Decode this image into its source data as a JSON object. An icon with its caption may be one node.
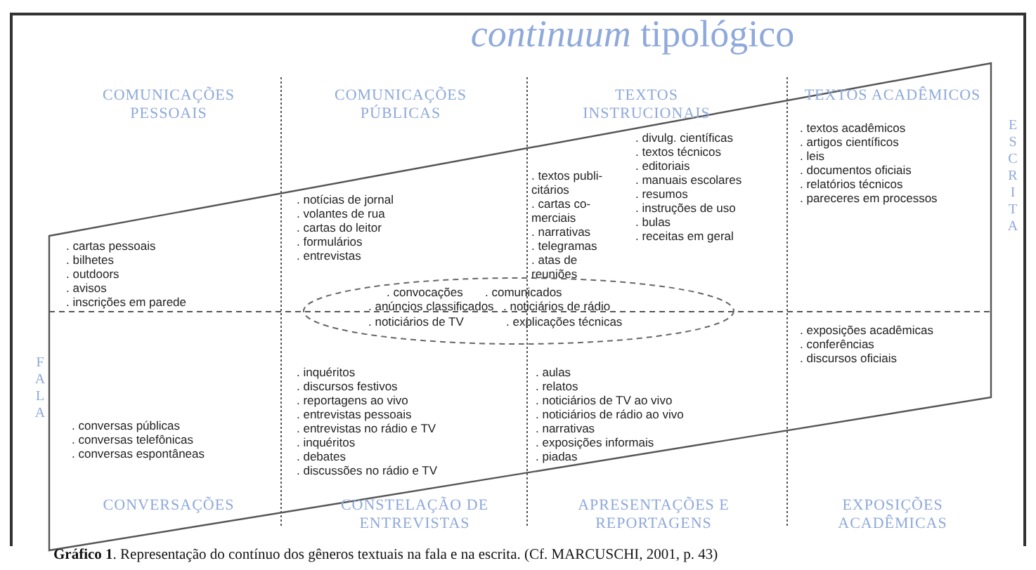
{
  "diagram": {
    "title": "*continuum* tipológico",
    "caption": "**Gráfico 1**. Representação do contínuo dos gêneros textuais na fala e na escrita. (Cf. MARCUSCHI, 2001, p. 43)",
    "nodes": [
      {
        "text": [
          ". convocações",
          ". comunicados",
          ". anúncios classificados",
          ". noticiários de rádio",
          ". noticiários de TV",
          ". explicações técnicas"
        ]
      }
    ],
    "labels": [
      "COMUNICAÇÕES PESSOAIS",
      "COMUNICAÇÕES PÚBLICAS",
      "TEXTOS INSTRUCIONAIS",
      "TEXTOS ACADÊMICOS",
      "ESCRITA",
      ". cartas pessoais",
      ". bilhetes",
      ". outdoors",
      ". avisos",
      ". inscrições em parede",
      ". notícias de jornal",
      ". volantes de rua",
      ". cartas do leitor",
      ". formulários",
      ". entrevistas",
      ". textos publi- citários",
      ". cartas co- merciais",
      ". narrativas",
      ". telegramas",
      ". atas de reuniões",
      ". divulg. científicas",
      ". textos técnicos",
      ". editoriais",
      ". manuais escolares",
      ". resumos",
      ". instruções de uso",
      ". bulas",
      ". receitas em geral",
      ". textos acadêmicos",
      ". artigos científicos",
      ". leis",
      ". documentos oficiais",
      ". relatórios técnicos",
      ". pareceres em processos",
      "FALA",
      ". conversas públicas",
      ". conversas telefônicas",
      ". conversas espontâneas",
      ". inquéritos",
      ". discursos festivos",
      ". reportagens ao vivo",
      ". entrevistas pessoais",
      ". entrevistas no rádio e TV",
      ". inquéritos",
      ". debates",
      ". discussões no rádio e TV",
      ". aulas",
      ". relatos",
      ". noticiários de TV ao vivo",
      ". noticiários de rádio ao vivo",
      ". narrativas",
      ". exposições informais",
      ". piadas",
      ". exposições acadêmicas",
      ". conferências",
      ". discursos oficiais",
      "CONVERSAÇÕES",
      "CONSTELAÇÃO DE ENTREVISTAS",
      "APRESENTAÇÕES E REPORTAGENS",
      "EXPOSIÇÕES ACADÊMICAS"
    ]
  }
}
